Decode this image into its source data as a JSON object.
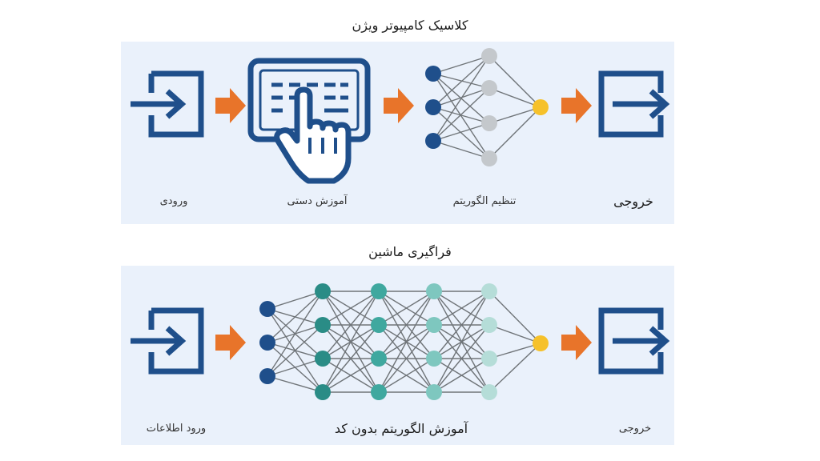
{
  "diagrams": [
    {
      "title": "کلاسیک کامپیوتر ویژن",
      "labels": {
        "input": "ورودی",
        "step1": "آموزش دستی",
        "step2": "تنظیم الگوریتم",
        "output": "خروجی"
      }
    },
    {
      "title": "فراگیری ماشین",
      "labels": {
        "input": "ورود اطلاعات",
        "step1": "آموزش الگوریتم بدون کد",
        "output": "خروجی"
      }
    }
  ],
  "colors": {
    "navy": "#1f4f8b",
    "orange": "#e8742a",
    "yellow": "#f6c12a",
    "gray_node": "#c4c8cc",
    "teal_dark": "#2a8c86",
    "teal_mid": "#3fa89f",
    "teal_light": "#7ec7bf",
    "teal_pale": "#b5ddd8",
    "panel_bg": "#eaf1fb"
  },
  "icons": [
    "login-icon",
    "touch-keyboard-icon",
    "neural-network-icon",
    "logout-icon",
    "arrow-right-icon"
  ]
}
